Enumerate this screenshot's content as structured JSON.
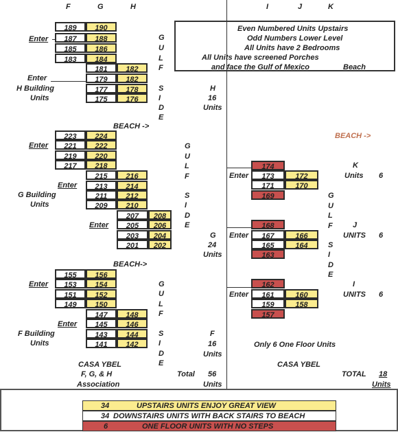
{
  "headers": {
    "F": "F",
    "G": "G",
    "H": "H",
    "I": "I",
    "J": "J",
    "K": "K"
  },
  "notes": [
    "Even Numbered Units Upstairs",
    "Odd Numbers Lower Level",
    "All Units have 2 Bedrooms",
    "All Units have screened Porches",
    "and face the Gulf of Mexico",
    "Beach"
  ],
  "beach_label": "BEACH ->",
  "beach_label2": "BEACH->",
  "beach_right": "BEACH ->",
  "enter": "Enter",
  "h_building": {
    "line1": "H Building",
    "line2": "Units",
    "side": "H",
    "count": "16",
    "units": "Units"
  },
  "g_building": {
    "line1": "G Building",
    "line2": "Units",
    "side": "G",
    "count": "24",
    "units": "Units"
  },
  "f_building": {
    "line1": "F Building",
    "line2": "Units",
    "side": "F",
    "count": "16",
    "units": "Units"
  },
  "gulf_side": [
    "G",
    "U",
    "L",
    "F",
    " ",
    "S",
    "I",
    "D",
    "E"
  ],
  "k": {
    "label": "K",
    "units": "Units",
    "count": "6"
  },
  "j": {
    "label": "J",
    "units": "UNITS",
    "count": "6"
  },
  "i": {
    "label": "I",
    "units": "UNITS",
    "count": "6"
  },
  "only_one_floor": "Only 6 One Floor Units",
  "casa_ybel_left": "CASA YBEL",
  "casa_ybel_right": "CASA YBEL",
  "association1": "F, G, & H",
  "association2": "Association",
  "total_left": "Total",
  "total_left_val": "56",
  "total_left_units": "Units",
  "total_right": "TOTAL",
  "total_right_val": "18",
  "total_right_units": "Units",
  "legend": [
    {
      "num": "34",
      "text": "UPSTAIRS UNITS  ENJOY GREAT VIEW",
      "color": "#fbec8f"
    },
    {
      "num": "34",
      "text": "DOWNSTAIRS UNITS WITH BACK STAIRS TO BEACH",
      "color": "#ffffff"
    },
    {
      "num": "6",
      "text": "ONE FLOOR UNITS WITH NO STEPS",
      "color": "#c8504e"
    }
  ],
  "units": {
    "h": [
      "189",
      "190",
      "187",
      "188",
      "185",
      "186",
      "183",
      "184",
      "181",
      "182",
      "179",
      "182",
      "177",
      "178",
      "175",
      "176"
    ],
    "g": [
      "223",
      "224",
      "221",
      "222",
      "219",
      "220",
      "217",
      "218",
      "215",
      "216",
      "213",
      "214",
      "211",
      "212",
      "209",
      "210",
      "207",
      "208",
      "205",
      "206",
      "203",
      "204",
      "201",
      "202"
    ],
    "f": [
      "155",
      "156",
      "153",
      "154",
      "151",
      "152",
      "149",
      "150",
      "147",
      "148",
      "145",
      "146",
      "143",
      "144",
      "141",
      "142"
    ],
    "k": [
      "174",
      "173",
      "172",
      "171",
      "170",
      "169"
    ],
    "j": [
      "168",
      "167",
      "166",
      "165",
      "164",
      "163"
    ],
    "i": [
      "162",
      "161",
      "160",
      "159",
      "158",
      "157"
    ]
  }
}
